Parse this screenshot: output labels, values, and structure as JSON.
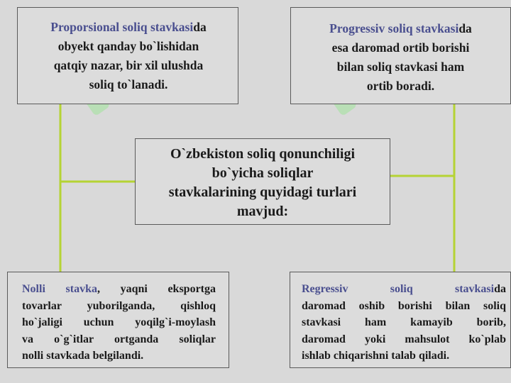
{
  "diagram": {
    "center": {
      "lines": [
        "O`zbekiston soliq qonunchiligi",
        "bo`yicha soliqlar",
        "stavkalarining  quyidagi turlari",
        "mavjud:"
      ]
    },
    "top_left": {
      "highlight": "Proporsional soliq stavkasi",
      "lines": [
        "da",
        "obyekt qanday bo`lishidan",
        "qatqiy nazar, bir xil ulushda",
        "soliq to`lanadi."
      ]
    },
    "top_right": {
      "highlight": "Progressiv soliq stavkasi",
      "lines": [
        "da",
        "esa daromad ortib borishi",
        "bilan soliq stavkasi ham",
        "ortib boradi."
      ]
    },
    "bottom_left": {
      "highlight": "Nolli stavka",
      "lines": [
        ", yaqni eksportga",
        "tovarlar yuborilganda, qishloq",
        "ho`jaligi uchun yoqilg`i-moylash",
        "va o`g`itlar ortganda soliqlar",
        "nolli stavkada belgilandi."
      ]
    },
    "bottom_right": {
      "highlight": "Regressiv    soliq    stavkasi",
      "lines": [
        "da",
        "daromad oshib borishi bilan soliq",
        "stavkasi ham kamayib borib,",
        "daromad yoki mahsulot ko`plab",
        "ishlab chiqarishni talab qiladi."
      ]
    }
  },
  "colors": {
    "background": "#d9d9d9",
    "box_fill": "#dcdcdc",
    "box_border": "#5a5a5a",
    "connector": "#b5d334",
    "highlight_text": "#4a4f8f",
    "body_text": "#1a1a1a"
  }
}
